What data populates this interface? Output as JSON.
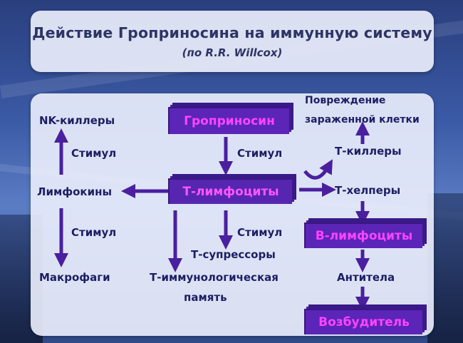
{
  "title": "Действие Гроприносина на иммунную систему",
  "subtitle": "(по R.R. Willcox)",
  "colors": {
    "box_fill": "#5b25b8",
    "box_text": "#ff44ff",
    "label_text": "#1c1e66",
    "arrow": "#4a1fa0"
  },
  "nodes": {
    "groprinosin": "Гроприносин",
    "t_lymphocytes": "Т-лимфоциты",
    "b_lymphocytes": "В-лимфоциты",
    "pathogen": "Возбудитель",
    "nk_killers": "NK-киллеры",
    "lymphokines": "Лимфокины",
    "macrophages": "Макрофаги",
    "t_suppressors": "Т-супрессоры",
    "t_memory_line1": "Т-иммунологическая",
    "t_memory_line2": "память",
    "t_killers": "Т-киллеры",
    "t_helpers": "Т-хелперы",
    "damage_line1": "Повреждение",
    "damage_line2": "зараженной клетки",
    "antibodies": "Антитела"
  },
  "edge_labels": {
    "stim_left_top": "Стимул",
    "stim_center_top": "Стимул",
    "stim_left_bottom": "Стимул",
    "stim_center_bottom": "Стимул"
  }
}
